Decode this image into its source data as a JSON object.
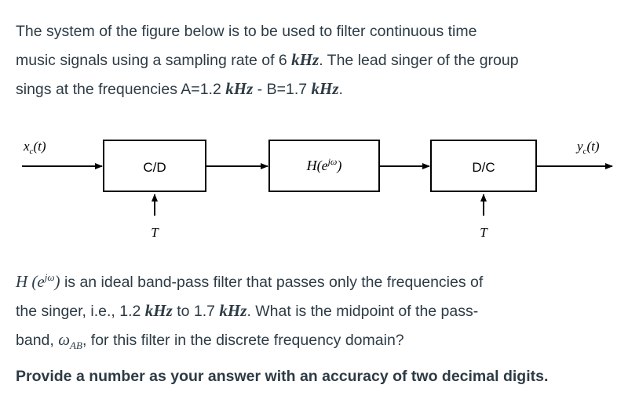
{
  "intro": {
    "line1": "The system of the figure below is to be used to filter continuous time",
    "line2_pre": "music signals using a sampling rate of 6 ",
    "unit": "kHz",
    "line2_post": ". The lead singer of the group",
    "line3_pre": "sings at the frequencies A=1.2 ",
    "line3_mid": " - B=1.7 ",
    "line3_end": "."
  },
  "diagram": {
    "input_label": "xc(t)",
    "output_label": "yc(t)",
    "block_cd": "C/D",
    "block_h": "H(ejω)",
    "block_dc": "D/C",
    "sampling_label_1": "T",
    "sampling_label_2": "T"
  },
  "question": {
    "h_symbol": "H (ejω)",
    "line1_post": " is an ideal band-pass filter that passes only the frequencies of",
    "line2_pre": "the singer, i.e.,  1.2 ",
    "line2_mid": " to 1.7 ",
    "line2_post": ". What is the midpoint of the pass-",
    "line3_pre": "band, ",
    "omega_ab": "ωAB",
    "line3_post": ", for this filter in the discrete frequency domain?"
  },
  "instruction": "Provide a number as your answer with an accuracy of two decimal digits."
}
